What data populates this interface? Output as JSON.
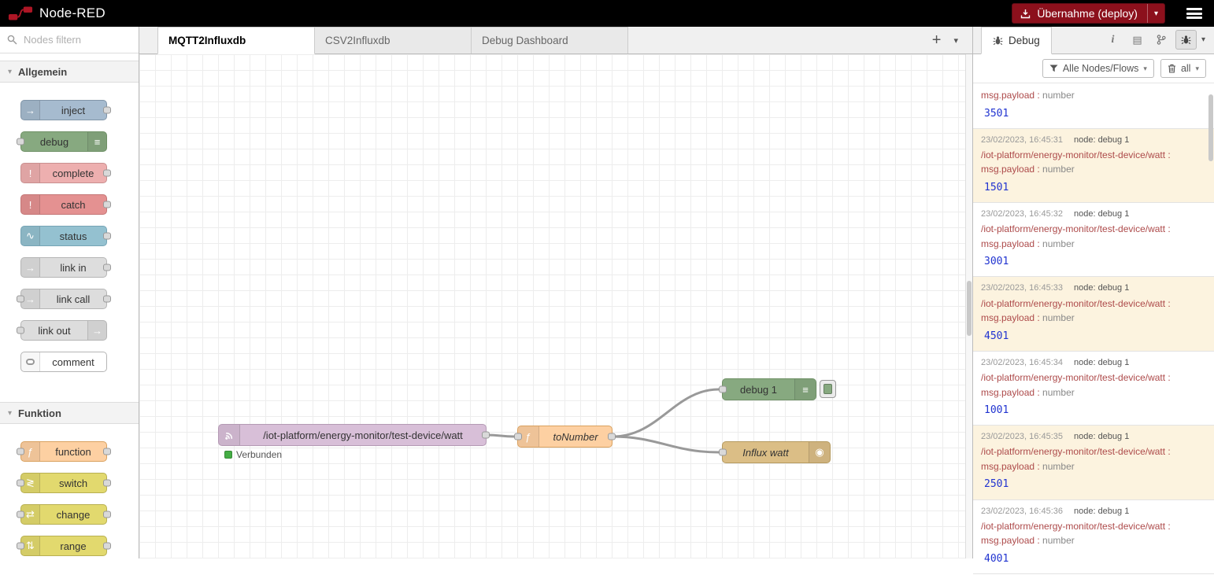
{
  "header": {
    "app_title": "Node-RED",
    "deploy_label": "Übernahme (deploy)",
    "deploy_color": "#8C101C"
  },
  "icons": {
    "caret_down": "▾",
    "plus": "+",
    "book": "▤"
  },
  "palette": {
    "search_placeholder": "Nodes filtern",
    "sections": [
      {
        "label": "Allgemein",
        "items": [
          {
            "label": "inject",
            "color": "#a6bbcf",
            "border": "#8195a8",
            "icon": "→",
            "icon_side": "left",
            "ports": "right"
          },
          {
            "label": "debug",
            "color": "#87a980",
            "border": "#6f9166",
            "icon": "≡",
            "icon_side": "right",
            "ports": "left"
          },
          {
            "label": "complete",
            "color": "#edafaf",
            "border": "#c98f8f",
            "icon": "!",
            "icon_side": "left",
            "ports": "right"
          },
          {
            "label": "catch",
            "color": "#e49191",
            "border": "#c47676",
            "icon": "!",
            "icon_side": "left",
            "ports": "right"
          },
          {
            "label": "status",
            "color": "#94c1d0",
            "border": "#76a4b5",
            "icon": "∿",
            "icon_side": "left",
            "ports": "right"
          },
          {
            "label": "link in",
            "color": "#dddddd",
            "border": "#b5b5b5",
            "icon": "→",
            "icon_side": "left",
            "ports": "right"
          },
          {
            "label": "link call",
            "color": "#dddddd",
            "border": "#b5b5b5",
            "icon": "→",
            "icon_side": "left",
            "ports": "both"
          },
          {
            "label": "link out",
            "color": "#dddddd",
            "border": "#b5b5b5",
            "icon": "→",
            "icon_side": "right",
            "ports": "left"
          },
          {
            "label": "comment",
            "color": "#ffffff",
            "border": "#b5b5b5",
            "icon": "bubble",
            "icon_side": "left",
            "ports": "none"
          }
        ]
      },
      {
        "label": "Funktion",
        "items": [
          {
            "label": "function",
            "color": "#fdd0a2",
            "border": "#d9a15f",
            "icon": "ƒ",
            "icon_side": "left",
            "ports": "both"
          },
          {
            "label": "switch",
            "color": "#e2d96e",
            "border": "#b8b052",
            "icon": "≷",
            "icon_side": "left",
            "ports": "both"
          },
          {
            "label": "change",
            "color": "#e2d96e",
            "border": "#b8b052",
            "icon": "⇄",
            "icon_side": "left",
            "ports": "both"
          },
          {
            "label": "range",
            "color": "#e2d96e",
            "border": "#b8b052",
            "icon": "⇅",
            "icon_side": "left",
            "ports": "both"
          }
        ]
      }
    ]
  },
  "workspace": {
    "tabs": [
      {
        "label": "MQTT2Influxdb",
        "active": true
      },
      {
        "label": "CSV2Influxdb",
        "active": false
      },
      {
        "label": "Debug Dashboard",
        "active": false
      }
    ]
  },
  "flow": {
    "mqtt_node": {
      "label": "/iot-platform/energy-monitor/test-device/watt",
      "status": "Verbunden",
      "color": "#d8bfd8",
      "border": "#b49ab4"
    },
    "function_node": {
      "label": "toNumber",
      "color": "#fdd0a2",
      "border": "#d9a15f"
    },
    "debug_node": {
      "label": "debug 1",
      "color": "#87a980",
      "border": "#6f9166"
    },
    "influx_node": {
      "label": "Influx watt",
      "color": "#dbbe86",
      "border": "#b59a5f"
    },
    "status_green": "#44ad44",
    "wire_color": "#999999"
  },
  "debug_panel": {
    "tab_label": "Debug",
    "filter_label": "Alle Nodes/Flows",
    "clear_label": "all",
    "colors": {
      "topic": "#ad4a4a",
      "value": "#2033d0",
      "meta": "#999999"
    },
    "messages": [
      {
        "date": "",
        "node": "",
        "topic": "",
        "prop": "msg.payload : ",
        "type": "number",
        "value": "3501"
      },
      {
        "date": "23/02/2023, 16:45:31",
        "node": "node: debug 1",
        "topic": "/iot-platform/energy-monitor/test-device/watt : ",
        "prop": "msg.payload : ",
        "type": "number",
        "value": "1501"
      },
      {
        "date": "23/02/2023, 16:45:32",
        "node": "node: debug 1",
        "topic": "/iot-platform/energy-monitor/test-device/watt : ",
        "prop": "msg.payload : ",
        "type": "number",
        "value": "3001"
      },
      {
        "date": "23/02/2023, 16:45:33",
        "node": "node: debug 1",
        "topic": "/iot-platform/energy-monitor/test-device/watt : ",
        "prop": "msg.payload : ",
        "type": "number",
        "value": "4501"
      },
      {
        "date": "23/02/2023, 16:45:34",
        "node": "node: debug 1",
        "topic": "/iot-platform/energy-monitor/test-device/watt : ",
        "prop": "msg.payload : ",
        "type": "number",
        "value": "1001"
      },
      {
        "date": "23/02/2023, 16:45:35",
        "node": "node: debug 1",
        "topic": "/iot-platform/energy-monitor/test-device/watt : ",
        "prop": "msg.payload : ",
        "type": "number",
        "value": "2501"
      },
      {
        "date": "23/02/2023, 16:45:36",
        "node": "node: debug 1",
        "topic": "/iot-platform/energy-monitor/test-device/watt : ",
        "prop": "msg.payload : ",
        "type": "number",
        "value": "4001"
      }
    ]
  }
}
